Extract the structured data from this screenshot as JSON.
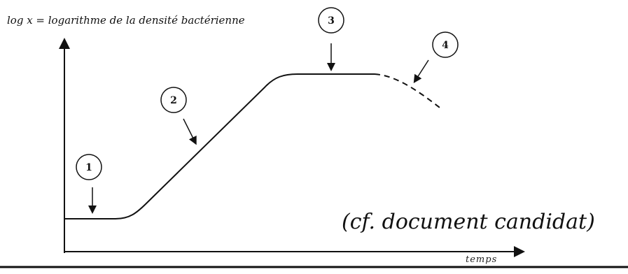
{
  "axes": {
    "y_label": "log x = logarithme de la densité bactérienne",
    "x_label": "temps"
  },
  "phases": [
    {
      "number": "1"
    },
    {
      "number": "2"
    },
    {
      "number": "3"
    },
    {
      "number": "4"
    }
  ],
  "handwritten_note": "(cf. document candidat)",
  "colors": {
    "ink": "#111111",
    "background": "#ffffff"
  }
}
